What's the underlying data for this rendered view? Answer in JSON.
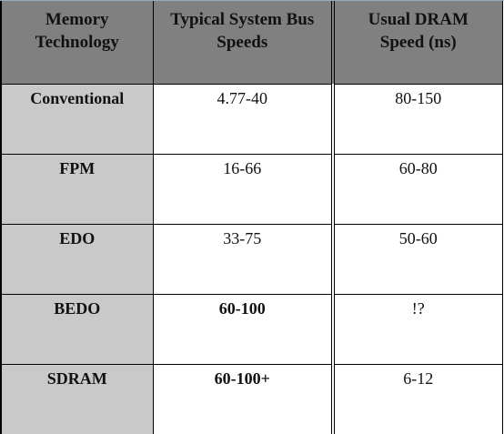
{
  "table": {
    "headers": [
      "Memory Technology",
      "Typical System Bus Speeds",
      "Usual DRAM Speed (ns)"
    ],
    "header_lines": [
      [
        "Memory",
        "Technology"
      ],
      [
        "Typical System Bus",
        "Speeds"
      ],
      [
        "Usual DRAM",
        "Speed (ns)"
      ]
    ],
    "rows": [
      {
        "technology": "Conventional",
        "bus_speed": "4.77-40",
        "dram_speed": "80-150"
      },
      {
        "technology": "FPM",
        "bus_speed": "16-66",
        "dram_speed": "60-80"
      },
      {
        "technology": "EDO",
        "bus_speed": "33-75",
        "dram_speed": "50-60"
      },
      {
        "technology": "BEDO",
        "bus_speed": "60-100",
        "dram_speed": "!?"
      },
      {
        "technology": "SDRAM",
        "bus_speed": "60-100+",
        "dram_speed": "6-12"
      }
    ]
  },
  "colors": {
    "header_bg": "#808080",
    "first_column_bg": "#c9c9c9",
    "body_bg": "#ffffff"
  }
}
